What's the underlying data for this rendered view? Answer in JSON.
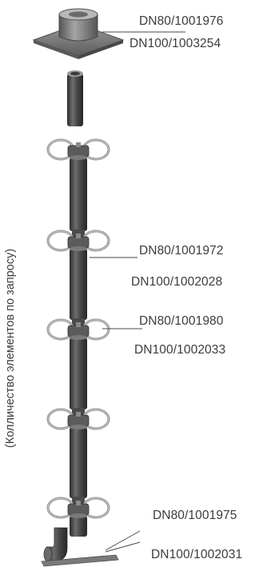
{
  "side_note": "(Колличество элементов по запросу)",
  "labels": {
    "top_dn80": "DN80/1001976",
    "top_dn100": "DN100/1003254",
    "mid1_dn80": "DN80/1001972",
    "mid1_dn100": "DN100/1002028",
    "mid2_dn80": "DN80/1001980",
    "mid2_dn100": "DN100/1002033",
    "bot_dn80": "DN80/1001975",
    "bot_dn100": "DN100/1002031"
  },
  "colors": {
    "pipe_dark": "#3f3f3f",
    "pipe_light": "#8a8a8a",
    "clamp_ring": "#9a9a9a",
    "plate": "#7d7d7d",
    "leader_line": "#4a4a4a"
  }
}
